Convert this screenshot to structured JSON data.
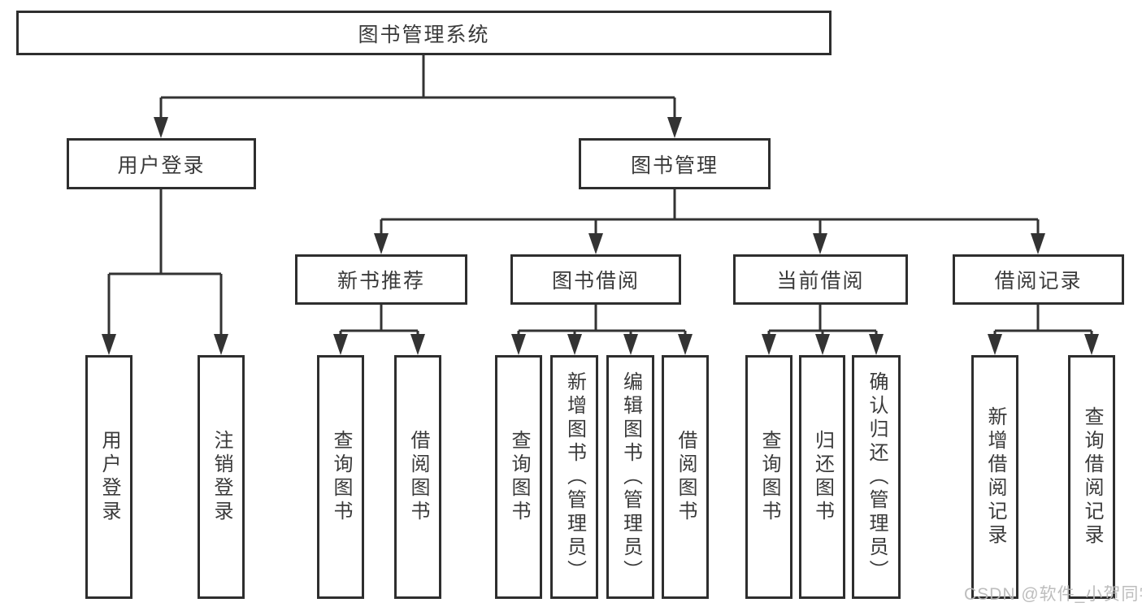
{
  "diagram_title": "图书管理系统",
  "nodes": {
    "root": "图书管理系统",
    "user_login_group": "用户登录",
    "book_mgmt_group": "图书管理",
    "new_book_rec": "新书推荐",
    "book_borrow": "图书借阅",
    "current_borrow": "当前借阅",
    "borrow_records": "借阅记录",
    "user_login": "用户登录",
    "logout": "注销登录",
    "search_book_1": "查询图书",
    "borrow_book_1": "借阅图书",
    "search_book_2": "查询图书",
    "add_book_admin": "新增图书（管理员）",
    "edit_book_admin": "编辑图书（管理员）",
    "borrow_book_2": "借阅图书",
    "search_book_3": "查询图书",
    "return_book": "归还图书",
    "confirm_return_admin": "确认归还（管理员）",
    "add_borrow_record": "新增借阅记录",
    "search_borrow_record": "查询借阅记录"
  },
  "hierarchy": {
    "图书管理系统": {
      "用户登录": [
        "用户登录",
        "注销登录"
      ],
      "图书管理": {
        "新书推荐": [
          "查询图书",
          "借阅图书"
        ],
        "图书借阅": [
          "查询图书",
          "新增图书（管理员）",
          "编辑图书（管理员）",
          "借阅图书"
        ],
        "当前借阅": [
          "查询图书",
          "归还图书",
          "确认归还（管理员）"
        ],
        "借阅记录": [
          "新增借阅记录",
          "查询借阅记录"
        ]
      }
    }
  },
  "watermark": "CSDN @软件_小贺同学",
  "colors": {
    "line": "#333333",
    "box_border": "#2e2e2e",
    "box_fill": "#ffffff",
    "background": "#ffffff",
    "watermark": "#b7b7b7"
  }
}
